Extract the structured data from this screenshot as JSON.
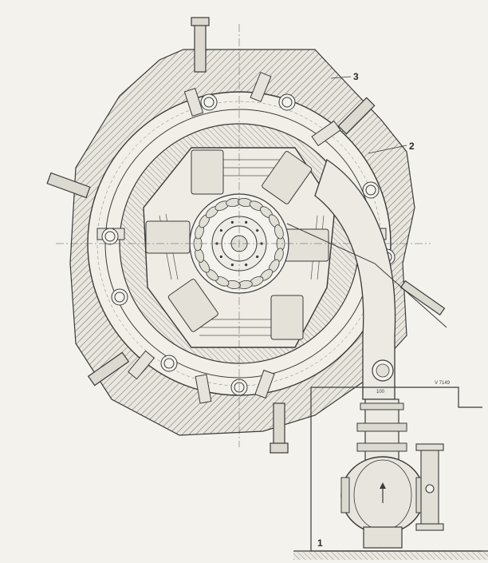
{
  "drawing": {
    "callouts": {
      "casing": "3",
      "distributor": "2",
      "inlet_valve": "1"
    },
    "drawing_number": "V 7149",
    "valve_mark": "100"
  },
  "colors": {
    "ink": "#3a3a3a",
    "paper": "#f4f2ec",
    "concrete_hatch": "#6a6a6a"
  }
}
